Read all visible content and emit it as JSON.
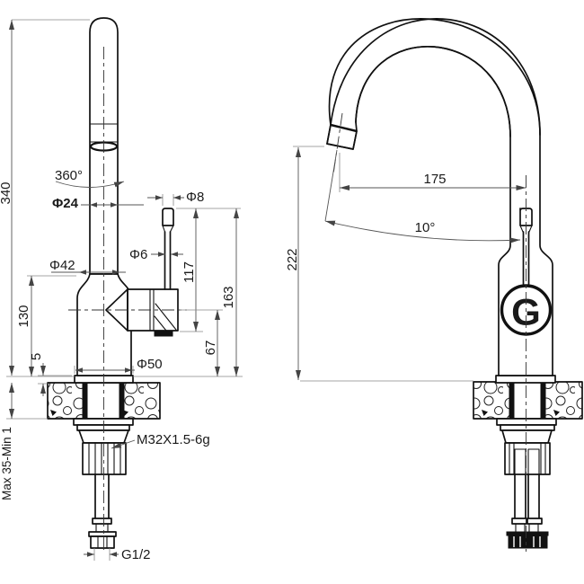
{
  "drawing": {
    "type": "faucet-technical-drawing",
    "views": [
      "front",
      "side"
    ],
    "line_color": "#111111",
    "dim_color": "#555555"
  },
  "logo": {
    "letter": "G"
  },
  "front_view": {
    "dims": {
      "overall_height": "340",
      "swivel_angle": "360°",
      "spout_diameter": "Φ24",
      "body_diameter": "Φ42",
      "body_height": "130",
      "flange_height": "5",
      "base_diameter": "Φ50",
      "counter_thickness": "Max 35-Min 1",
      "mount_thread": "M32X1.5-6g",
      "inlet_thread": "G1/2",
      "knob_diameter": "Φ8",
      "stem_diameter": "Φ6",
      "handle_height": "117",
      "knob_top_height": "163",
      "valve_center_height": "67"
    }
  },
  "side_view": {
    "dims": {
      "spout_reach": "175",
      "outlet_angle": "10°",
      "outlet_height": "222"
    }
  }
}
